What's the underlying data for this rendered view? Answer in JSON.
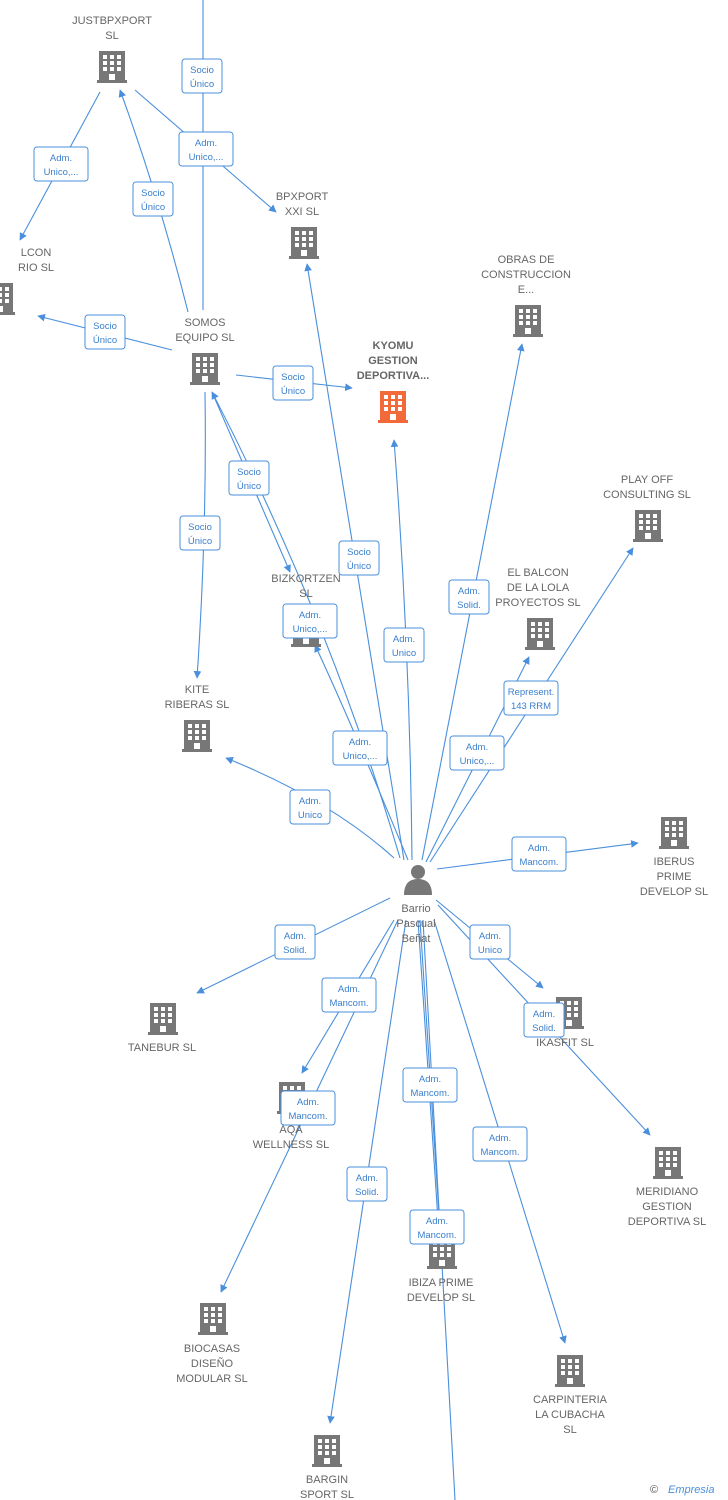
{
  "colors": {
    "edge": "#4a8fdc",
    "company": "#777777",
    "highlight": "#f26a3a",
    "person": "#777777",
    "label_text": "#3a7fcc",
    "node_text": "#666666"
  },
  "nodes": [
    {
      "id": "justbpxport",
      "lines": [
        "JUSTBPXPORT",
        "SL"
      ],
      "icon": "building-icon"
    },
    {
      "id": "balcon-rio",
      "lines": [
        "LCON",
        "RIO  SL"
      ],
      "icon": "building-icon"
    },
    {
      "id": "bpxport",
      "lines": [
        "BPXPORT",
        "XXI  SL"
      ],
      "icon": "building-icon"
    },
    {
      "id": "obras",
      "lines": [
        "OBRAS DE",
        "CONSTRUCCION",
        "E..."
      ],
      "icon": "building-icon"
    },
    {
      "id": "somos",
      "lines": [
        "SOMOS",
        "EQUIPO  SL"
      ],
      "icon": "building-icon"
    },
    {
      "id": "kyomu",
      "lines": [
        "KYOMU",
        "GESTION",
        "DEPORTIVA..."
      ],
      "icon": "building-icon",
      "main": true
    },
    {
      "id": "playoff",
      "lines": [
        "PLAY OFF",
        "CONSULTING SL"
      ],
      "icon": "building-icon"
    },
    {
      "id": "bizkortzen",
      "lines": [
        "BIZKORTZEN",
        "SL"
      ],
      "icon": "building-icon"
    },
    {
      "id": "elbalcon",
      "lines": [
        "EL BALCON",
        "DE LA LOLA",
        "PROYECTOS  SL"
      ],
      "icon": "building-icon"
    },
    {
      "id": "kite",
      "lines": [
        "KITE",
        "RIBERAS  SL"
      ],
      "icon": "building-icon"
    },
    {
      "id": "iberus",
      "lines": [
        "IBERUS",
        "PRIME",
        "DEVELOP  SL"
      ],
      "icon": "building-icon"
    },
    {
      "id": "person",
      "lines": [
        "Barrio",
        "Pascual",
        "Beñat"
      ],
      "icon": "person-icon"
    },
    {
      "id": "tanebur",
      "lines": [
        "TANEBUR  SL"
      ],
      "icon": "building-icon"
    },
    {
      "id": "ikasfit",
      "lines": [
        "IKASFIT SL"
      ],
      "icon": "building-icon"
    },
    {
      "id": "aqa",
      "lines": [
        "AQA",
        "WELLNESS SL"
      ],
      "icon": "building-icon"
    },
    {
      "id": "meridiano",
      "lines": [
        "MERIDIANO",
        "GESTION",
        "DEPORTIVA  SL"
      ],
      "icon": "building-icon"
    },
    {
      "id": "ibiza",
      "lines": [
        "IBIZA PRIME",
        "DEVELOP  SL"
      ],
      "icon": "building-icon"
    },
    {
      "id": "biocasas",
      "lines": [
        "BIOCASAS",
        "DISEÑO",
        "MODULAR  SL"
      ],
      "icon": "building-icon"
    },
    {
      "id": "carpinteria",
      "lines": [
        "CARPINTERIA",
        "LA CUBACHA",
        "SL"
      ],
      "icon": "building-icon"
    },
    {
      "id": "bargin",
      "lines": [
        "BARGIN",
        "SPORT  SL"
      ],
      "icon": "building-icon"
    }
  ],
  "edges": [
    {
      "from": "top-offscreen",
      "to": "somos",
      "label": [
        "Socio",
        "Único"
      ]
    },
    {
      "from": "justbpxport",
      "to": "balcon-rio",
      "label": [
        "Adm.",
        "Unico,..."
      ]
    },
    {
      "from": "justbpxport",
      "to": "bpxport",
      "label": [
        "Adm.",
        "Unico,..."
      ]
    },
    {
      "from": "somos",
      "to": "justbpxport",
      "label": [
        "Socio",
        "Único"
      ]
    },
    {
      "from": "somos",
      "to": "balcon-rio",
      "label": [
        "Socio",
        "Único"
      ]
    },
    {
      "from": "somos",
      "to": "kyomu",
      "label": [
        "Socio",
        "Único"
      ]
    },
    {
      "from": "somos",
      "to": "bizkortzen",
      "label": [
        "Socio",
        "Único"
      ]
    },
    {
      "from": "somos",
      "to": "kite",
      "label": [
        "Socio",
        "Único"
      ]
    },
    {
      "from": "person",
      "to": "bpxport",
      "label": [
        "Socio",
        "Único"
      ]
    },
    {
      "from": "person",
      "to": "kyomu",
      "label": [
        "Adm.",
        "Unico"
      ]
    },
    {
      "from": "person",
      "to": "obras",
      "label": [
        "Adm.",
        "Solid."
      ]
    },
    {
      "from": "person",
      "to": "playoff",
      "label": [
        "Represent.",
        "143 RRM"
      ]
    },
    {
      "from": "person",
      "to": "elbalcon",
      "label": [
        "Adm.",
        "Unico,..."
      ]
    },
    {
      "from": "person",
      "to": "bizkortzen",
      "label": [
        "Adm.",
        "Unico,..."
      ]
    },
    {
      "from": "person",
      "to": "somos",
      "label": [
        "Adm.",
        "Unico,..."
      ]
    },
    {
      "from": "person",
      "to": "kite",
      "label": [
        "Adm.",
        "Unico"
      ]
    },
    {
      "from": "person",
      "to": "iberus",
      "label": [
        "Adm.",
        "Mancom."
      ]
    },
    {
      "from": "person",
      "to": "tanebur",
      "label": [
        "Adm.",
        "Solid."
      ]
    },
    {
      "from": "person",
      "to": "ikasfit",
      "label": [
        "Adm.",
        "Unico"
      ]
    },
    {
      "from": "person",
      "to": "meridiano",
      "label": [
        "Adm.",
        "Solid."
      ]
    },
    {
      "from": "person",
      "to": "aqa",
      "label": [
        "Adm.",
        "Mancom."
      ]
    },
    {
      "from": "person",
      "to": "biocasas",
      "label": [
        "Adm.",
        "Mancom."
      ]
    },
    {
      "from": "person",
      "to": "ibiza",
      "label": [
        "Adm.",
        "Mancom."
      ]
    },
    {
      "from": "person",
      "to": "ibiza",
      "label": [
        "Adm.",
        "Mancom."
      ]
    },
    {
      "from": "person",
      "to": "carpinteria",
      "label": [
        "Adm.",
        "Mancom."
      ]
    },
    {
      "from": "person",
      "to": "bargin",
      "label": [
        "Adm.",
        "Solid."
      ]
    },
    {
      "from": "person",
      "to": "bottom-offscreen",
      "label": []
    }
  ],
  "watermark": {
    "symbol": "©",
    "brand": "Empresia"
  }
}
